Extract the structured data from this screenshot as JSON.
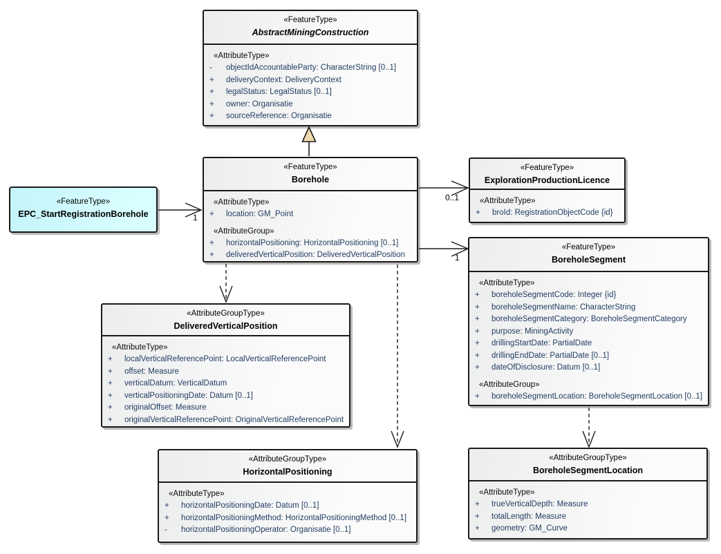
{
  "colors": {
    "class_fill": "#f3f3f3",
    "epc_fill": "#ccffff",
    "generalization_triangle_fill": "#f0d9b0",
    "attr_text": "#1f3a5f",
    "border": "#1a1a1a"
  },
  "diagram": {
    "classes": [
      {
        "id": "abstract-mining-construction",
        "stereotype": "«FeatureType»",
        "name": "AbstractMiningConstruction",
        "abstract": true,
        "sections": [
          {
            "heading": "«AttributeType»",
            "rows": [
              {
                "vis": "-",
                "text": "objectIdAccountableParty: CharacterString [0..1]"
              },
              {
                "vis": "+",
                "text": "deliveryContext: DeliveryContext"
              },
              {
                "vis": "+",
                "text": "legalStatus: LegalStatus [0..1]"
              },
              {
                "vis": "+",
                "text": "owner: Organisatie"
              },
              {
                "vis": "+",
                "text": "sourceReference: Organisatie"
              }
            ]
          }
        ]
      },
      {
        "id": "borehole",
        "stereotype": "«FeatureType»",
        "name": "Borehole",
        "sections": [
          {
            "heading": "«AttributeType»",
            "rows": [
              {
                "vis": "+",
                "text": "location: GM_Point"
              }
            ]
          },
          {
            "heading": "«AttributeGroup»",
            "rows": [
              {
                "vis": "+",
                "text": "horizontalPositioning: HorizontalPositioning [0..1]"
              },
              {
                "vis": "+",
                "text": "deliveredVerticalPosition: DeliveredVerticalPosition"
              }
            ]
          }
        ]
      },
      {
        "id": "epc-start-registration-borehole",
        "stereotype": "«FeatureType»",
        "name": "EPC_StartRegistrationBorehole",
        "sections": []
      },
      {
        "id": "exploration-production-licence",
        "stereotype": "«FeatureType»",
        "name": "ExplorationProductionLicence",
        "sections": [
          {
            "heading": "«AttributeType»",
            "rows": [
              {
                "vis": "+",
                "text": "broId: RegistrationObjectCode {id}"
              }
            ]
          }
        ]
      },
      {
        "id": "borehole-segment",
        "stereotype": "«FeatureType»",
        "name": "BoreholeSegment",
        "sections": [
          {
            "heading": "«AttributeType»",
            "rows": [
              {
                "vis": "+",
                "text": "boreholeSegmentCode: Integer {id}"
              },
              {
                "vis": "+",
                "text": "boreholeSegmentName: CharacterString"
              },
              {
                "vis": "+",
                "text": "boreholeSegmentCategory: BoreholeSegmentCategory"
              },
              {
                "vis": "+",
                "text": "purpose: MiningActivity"
              },
              {
                "vis": "+",
                "text": "drillingStartDate: PartialDate"
              },
              {
                "vis": "+",
                "text": "drillingEndDate: PartialDate [0..1]"
              },
              {
                "vis": "+",
                "text": "dateOfDisclosure: Datum [0..1]"
              }
            ]
          },
          {
            "heading": "«AttributeGroup»",
            "rows": [
              {
                "vis": "+",
                "text": "boreholeSegmentLocation: BoreholeSegmentLocation [0..1]"
              }
            ]
          }
        ]
      },
      {
        "id": "delivered-vertical-position",
        "stereotype": "«AttributeGroupType»",
        "name": "DeliveredVerticalPosition",
        "sections": [
          {
            "heading": "«AttributeType»",
            "rows": [
              {
                "vis": "+",
                "text": "localVerticalReferencePoint: LocalVerticalReferencePoint"
              },
              {
                "vis": "+",
                "text": "offset: Measure"
              },
              {
                "vis": "+",
                "text": "verticalDatum: VerticalDatum"
              },
              {
                "vis": "+",
                "text": "verticalPositioningDate: Datum [0..1]"
              },
              {
                "vis": "+",
                "text": "originalOffset: Measure"
              },
              {
                "vis": "+",
                "text": "originalVerticalReferencePoint: OriginalVerticalReferencePoint"
              }
            ]
          }
        ]
      },
      {
        "id": "horizontal-positioning",
        "stereotype": "«AttributeGroupType»",
        "name": "HorizontalPositioning",
        "sections": [
          {
            "heading": "«AttributeType»",
            "rows": [
              {
                "vis": "+",
                "text": "horizontalPositioningDate: Datum [0..1]"
              },
              {
                "vis": "+",
                "text": "horizontalPositioningMethod: HorizontalPositioningMethod [0..1]"
              },
              {
                "vis": "-",
                "text": "horizontalPositioningOperator: Organisatie [0..1]"
              }
            ]
          }
        ]
      },
      {
        "id": "borehole-segment-location",
        "stereotype": "«AttributeGroupType»",
        "name": "BoreholeSegmentLocation",
        "sections": [
          {
            "heading": "«AttributeType»",
            "rows": [
              {
                "vis": "+",
                "text": "trueVerticalDepth: Measure"
              },
              {
                "vis": "+",
                "text": "totalLength: Measure"
              },
              {
                "vis": "+",
                "text": "geometry: GM_Curve"
              }
            ]
          }
        ]
      }
    ],
    "multiplicities": [
      {
        "text": "1",
        "on": "EPC_StartRegistrationBorehole to Borehole"
      },
      {
        "text": "0..1",
        "on": "Borehole to ExplorationProductionLicence"
      },
      {
        "text": "1",
        "on": "Borehole to BoreholeSegment"
      }
    ],
    "relations": [
      {
        "type": "generalization",
        "from": "Borehole",
        "to": "AbstractMiningConstruction"
      },
      {
        "type": "association",
        "from": "EPC_StartRegistrationBorehole",
        "to": "Borehole",
        "multiplicity": "1"
      },
      {
        "type": "association",
        "from": "Borehole",
        "to": "ExplorationProductionLicence",
        "multiplicity": "0..1"
      },
      {
        "type": "association",
        "from": "Borehole",
        "to": "BoreholeSegment",
        "multiplicity": "1"
      },
      {
        "type": "dependency",
        "from": "Borehole",
        "to": "DeliveredVerticalPosition"
      },
      {
        "type": "dependency",
        "from": "Borehole",
        "to": "HorizontalPositioning"
      },
      {
        "type": "dependency",
        "from": "BoreholeSegment",
        "to": "BoreholeSegmentLocation"
      }
    ]
  }
}
